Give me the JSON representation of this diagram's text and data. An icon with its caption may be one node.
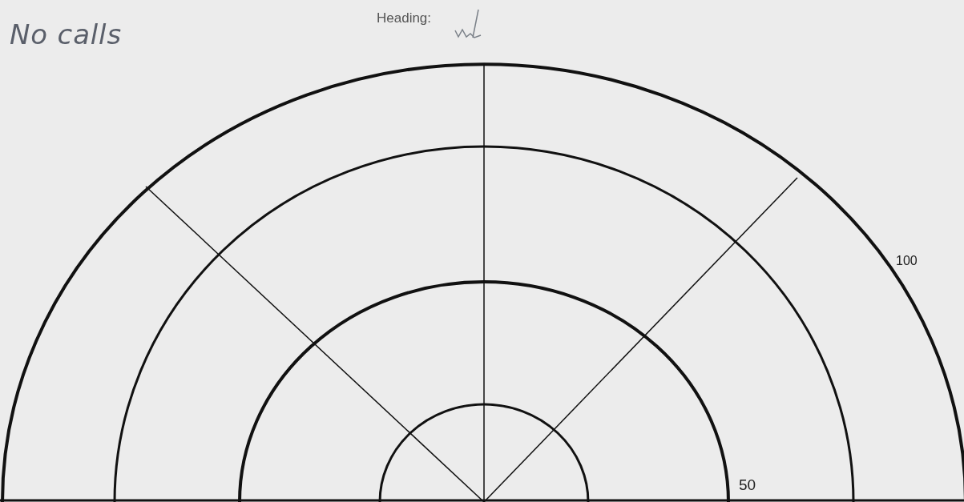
{
  "diagram": {
    "labels": [
      "No calls",
      "Heading:",
      "100",
      "50"
    ]
  }
}
